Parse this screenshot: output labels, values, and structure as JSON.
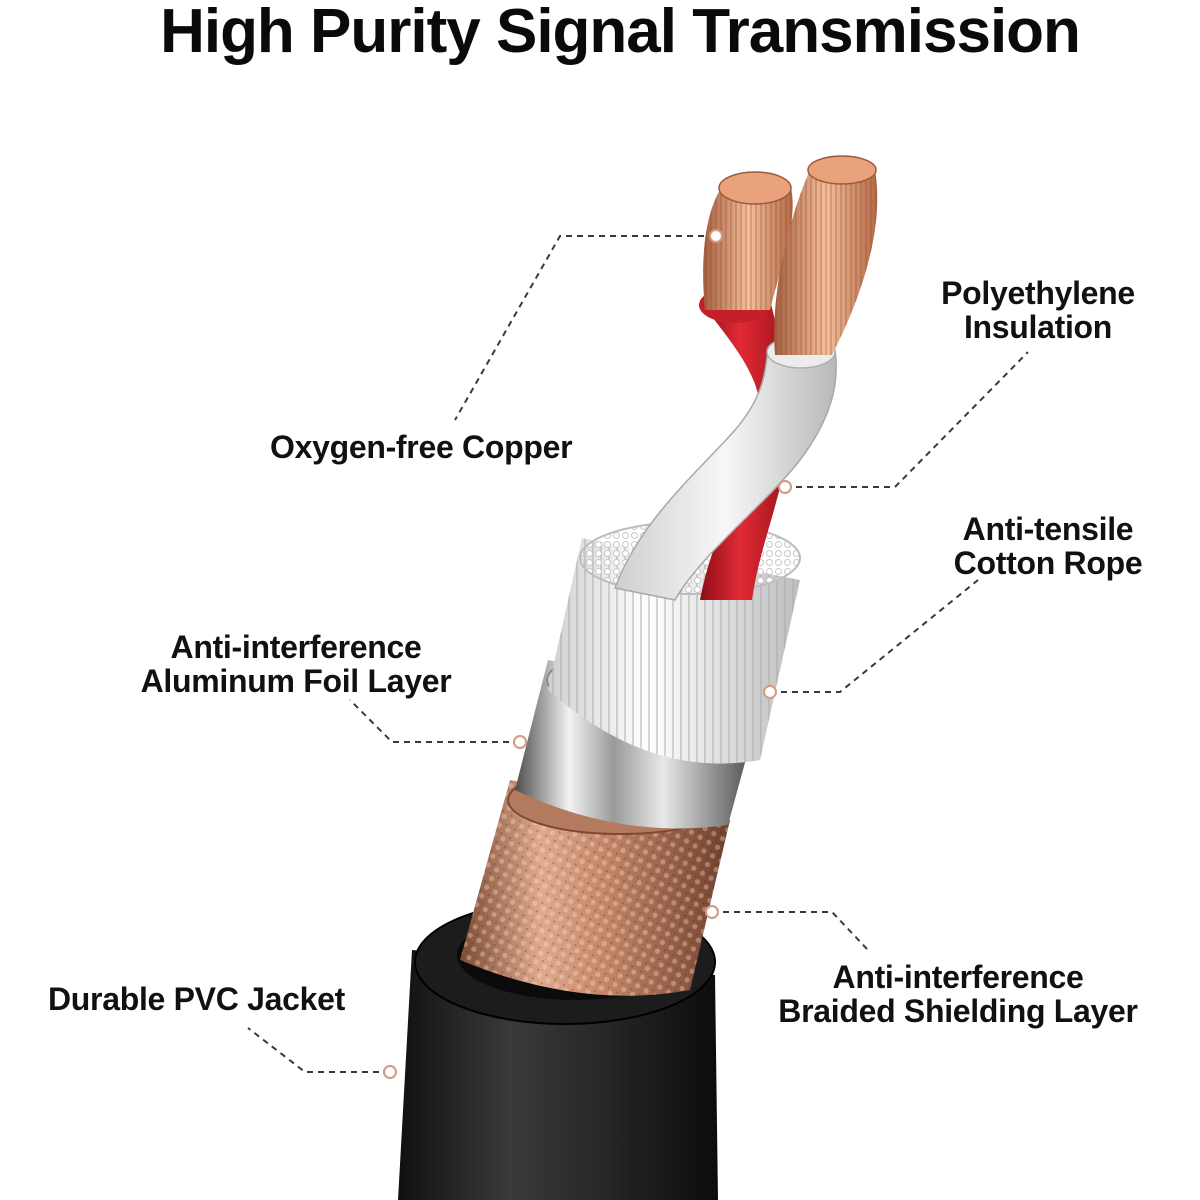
{
  "title": "High Purity Signal Transmission",
  "colors": {
    "copper": "#c9825c",
    "copper_light": "#f0b28e",
    "red_insulation": "#d61f2b",
    "white_insulation": "#e9e9e9",
    "foil": "#b9b9b9",
    "braid": "#c48c70",
    "jacket": "#232323",
    "leader": "#3a3a3a",
    "dot": "#d29a80"
  },
  "callouts": {
    "oxygen_free_copper": "Oxygen-free Copper",
    "polyethylene_insulation": [
      "Polyethylene",
      "Insulation"
    ],
    "anti_tensile_cotton_rope": [
      "Anti-tensile",
      "Cotton Rope"
    ],
    "aluminum_foil_layer": [
      "Anti-interference",
      "Aluminum Foil Layer"
    ],
    "pvc_jacket": "Durable PVC Jacket",
    "braided_shielding_layer": [
      "Anti-interference",
      "Braided Shielding Layer"
    ]
  }
}
